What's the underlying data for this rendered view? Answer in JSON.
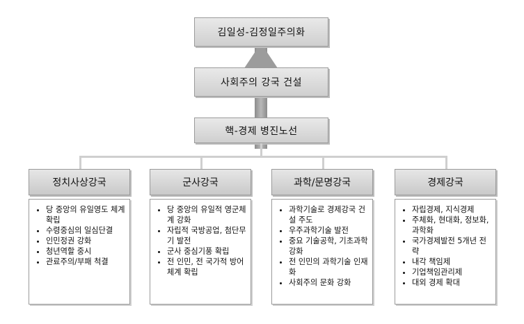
{
  "top": {
    "title": "김일성-김정일주의화"
  },
  "middle": {
    "title": "사회주의 강국 건설"
  },
  "base": {
    "title": "핵-경제 병진노선"
  },
  "pillars": [
    {
      "title": "정치사상강국",
      "items": [
        "당 중앙의 유일영도 체계 확립",
        "수령중심의 일심단결",
        "인민정권 강화",
        "청년역할 중시",
        "관료주의/부패 척결"
      ]
    },
    {
      "title": "군사강국",
      "items": [
        "당 중앙의 유일적 영군체계 강화",
        "자립적 국방공업, 첨단무기 발전",
        "군사 중심기풍 확립",
        "전 인민, 전 국가적 방어체계 확립"
      ]
    },
    {
      "title": "과학/문명강국",
      "items": [
        "과학기술로 경제강국 건설 주도",
        "우주과학기술 발전",
        "중요 기술공학, 기초과학 강화",
        "전 인민의 과학기술 인재화",
        "사회주의 문화 강화"
      ]
    },
    {
      "title": "경제강국",
      "items": [
        "자립경제, 지식경제",
        "주체화, 현대화, 정보화, 과학화",
        "국가경제발전 5개년 전략",
        "내각 책임제",
        "기업책임관리제",
        "대외 경제 확대"
      ]
    }
  ]
}
